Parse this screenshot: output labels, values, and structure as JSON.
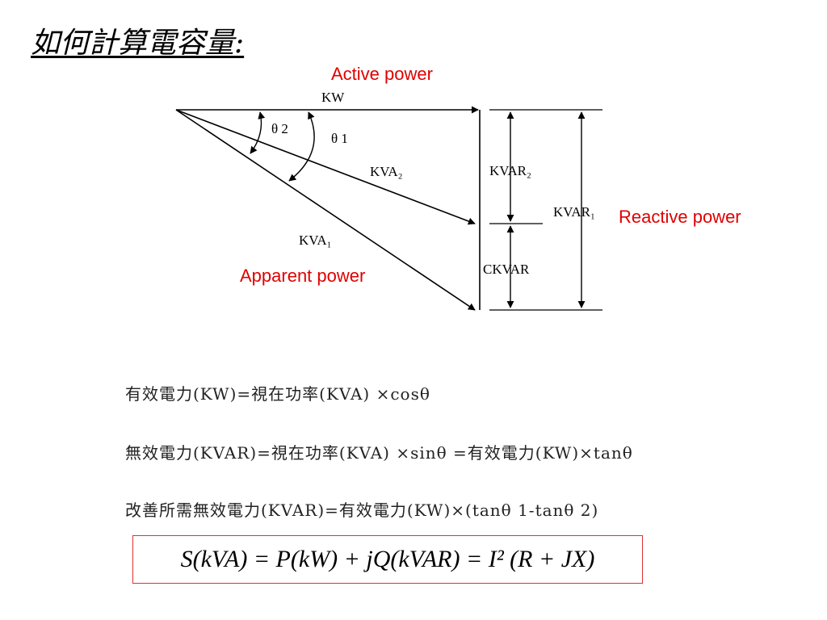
{
  "title": "如何計算電容量:",
  "labels": {
    "active_power": "Active power",
    "reactive_power": "Reactive power",
    "apparent_power": "Apparent power"
  },
  "diagram": {
    "kw": "KW",
    "kva1": "KVA₁",
    "kva2": "KVA₂",
    "kvar1": "KVAR₁",
    "kvar2": "KVAR₂",
    "ckvar": "CKVAR",
    "theta1": "θ 1",
    "theta2": "θ 2"
  },
  "formulas": [
    "有效電力(KW)=視在功率(KVA) ×cosθ",
    "無效電力(KVAR)=視在功率(KVA) ×sinθ =有效電力(KW)×tanθ",
    "改善所需無效電力(KVAR)=有效電力(KW)×(tanθ 1-tanθ 2)"
  ],
  "main_equation": "S(kVA) = P(kW) + jQ(kVAR) = I² (R + JX)",
  "colors": {
    "red": "#e00000",
    "line": "#000000"
  }
}
